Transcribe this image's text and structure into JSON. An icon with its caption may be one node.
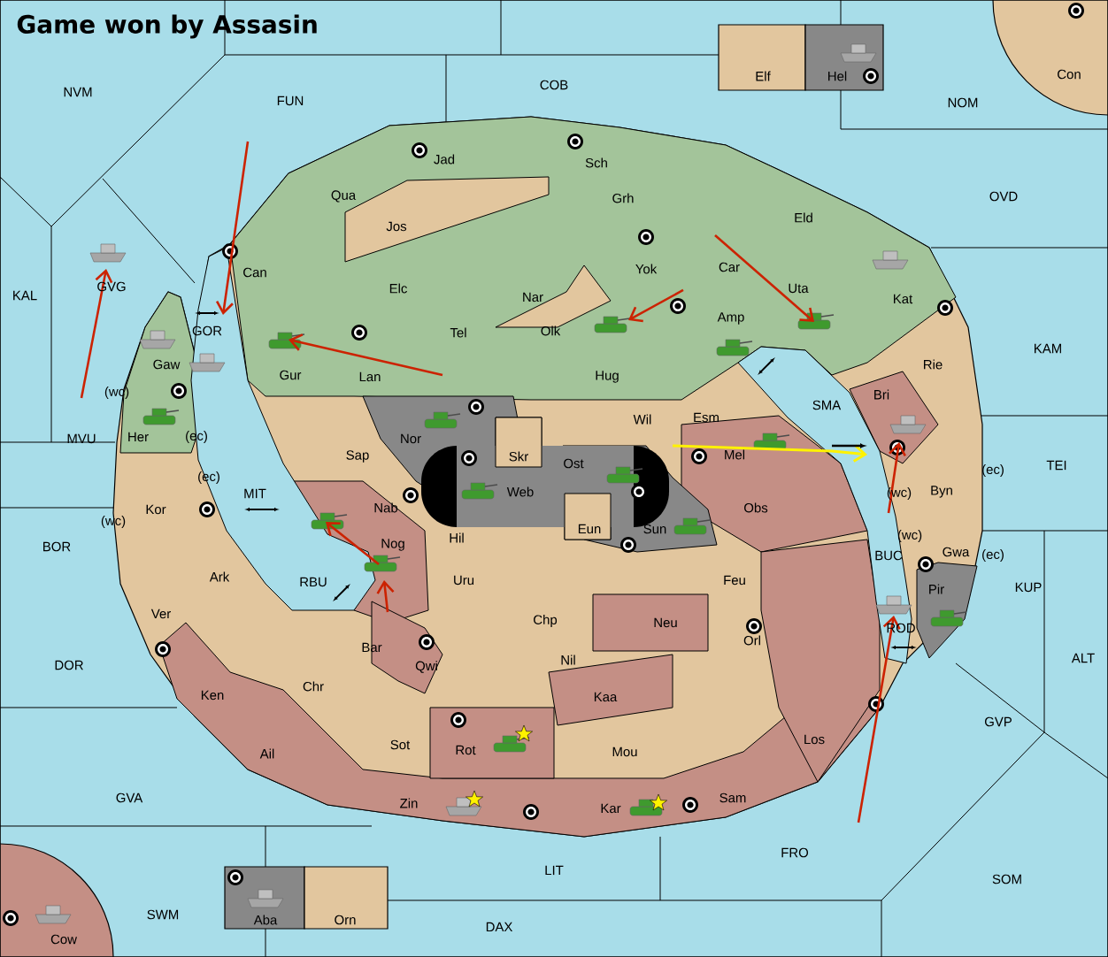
{
  "diagram": {
    "title": "Game won by Assasin",
    "labels": [
      "Elf",
      "Hel",
      "Con",
      "COB",
      "NVM",
      "FUN",
      "NOM",
      "Jad",
      "Sch",
      "OVD",
      "Qua",
      "Grh",
      "Eld",
      "Jos",
      "Car",
      "Yok",
      "Can",
      "GVG",
      "Elc",
      "Uta",
      "KAL",
      "Nar",
      "Kat",
      "Amp",
      "GOR",
      "Tel",
      "Olk",
      "KAM",
      "Gaw",
      "Rie",
      "Gur",
      "Lan",
      "Hug",
      "(wc)",
      "Bri",
      "SMA",
      "Esm",
      "Wil",
      "Her",
      "(ec)",
      "MVU",
      "Nor",
      "Mel",
      "Sap",
      "Skr",
      "Ost",
      "TEI",
      "(ec)",
      "(ec)",
      "Web",
      "Byn",
      "(wc)",
      "MIT",
      "Obs",
      "Nab",
      "Kor",
      "(wc)",
      "Sun",
      "Eun",
      "(wc)",
      "Hil",
      "Nog",
      "BOR",
      "Gwa",
      "(ec)",
      "BUC",
      "Ark",
      "Feu",
      "Uru",
      "RBU",
      "KUP",
      "Pir",
      "Ver",
      "Chp",
      "Neu",
      "ROD",
      "Orl",
      "Bar",
      "ALT",
      "Nil",
      "DOR",
      "Qwi",
      "Chr",
      "Ken",
      "Kaa",
      "GVP",
      "Los",
      "Sot",
      "Rot",
      "Mou",
      "Ail",
      "Sam",
      "GVA",
      "Zin",
      "Kar",
      "FRO",
      "LIT",
      "SOM",
      "SWM",
      "Aba",
      "Orn",
      "DAX",
      "Cow"
    ]
  }
}
